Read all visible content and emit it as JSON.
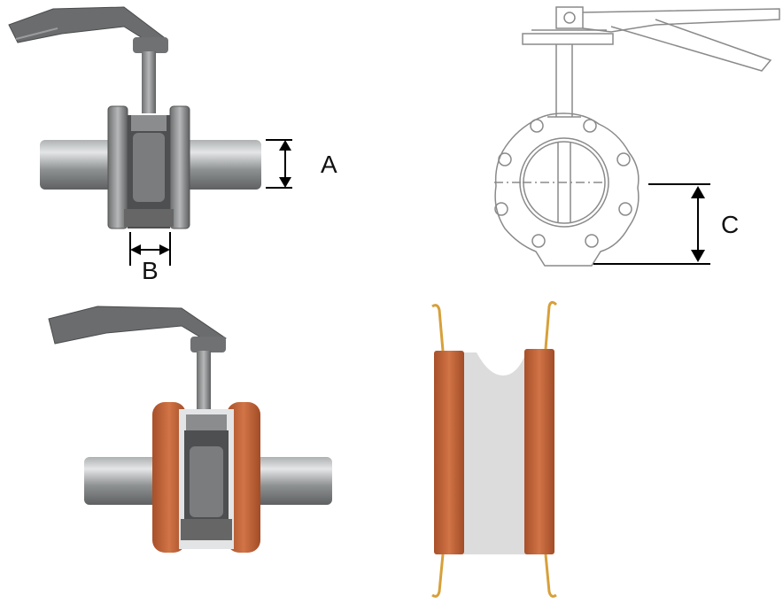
{
  "dimensions": {
    "a_label": "A",
    "b_label": "B",
    "c_label": "C"
  },
  "colors": {
    "steel_dark": "#5d5f60",
    "steel_mid": "#8e9192",
    "steel_light": "#c7c9ca",
    "insulation_orange": "#c5683d",
    "insulation_core": "#dcdcdc",
    "hook_gold": "#d7a03a",
    "line_drawing": "#8a8a8a",
    "dimension_line": "#000000"
  },
  "icons": {
    "valve": "butterfly-valve-icon",
    "lever": "lever-handle-icon",
    "hook": "hook-icon"
  }
}
